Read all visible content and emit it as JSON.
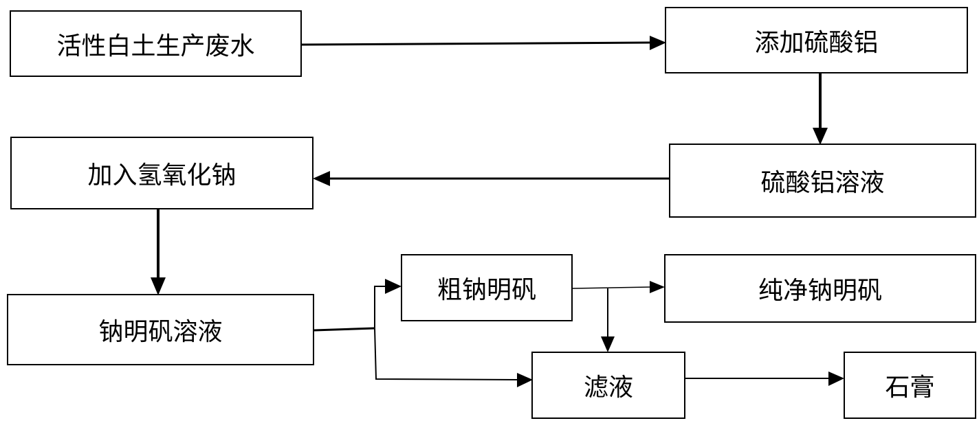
{
  "nodes": {
    "wastewater": "活性白土生产废水",
    "add_alum": "添加硫酸铝",
    "add_naoh": "加入氢氧化钠",
    "alum_solution": "硫酸铝溶液",
    "sodium_alum_solution": "钠明矾溶液",
    "crude_sodium_alum": "粗钠明矾",
    "pure_sodium_alum": "纯净钠明矾",
    "filtrate": "滤液",
    "gypsum": "石膏"
  },
  "edges": [
    {
      "from": "活性白土生产废水",
      "to": "添加硫酸铝"
    },
    {
      "from": "添加硫酸铝",
      "to": "硫酸铝溶液"
    },
    {
      "from": "硫酸铝溶液",
      "to": "加入氢氧化钠"
    },
    {
      "from": "加入氢氧化钠",
      "to": "钠明矾溶液"
    },
    {
      "from": "钠明矾溶液",
      "to": "粗钠明矾"
    },
    {
      "from": "钠明矾溶液",
      "to": "滤液"
    },
    {
      "from": "粗钠明矾",
      "to": "纯净钠明矾"
    },
    {
      "from": "粗钠明矾",
      "to": "滤液"
    },
    {
      "from": "滤液",
      "to": "石膏"
    }
  ],
  "colors": {
    "line": "#000000",
    "box_border": "#000000",
    "background": "#ffffff"
  }
}
